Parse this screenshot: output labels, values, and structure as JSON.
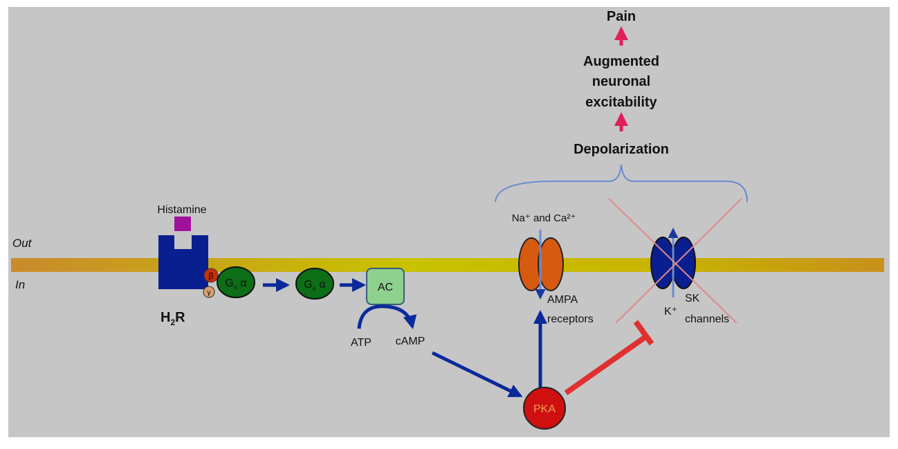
{
  "labels": {
    "out": "Out",
    "in": "In",
    "histamine": "Histamine",
    "receptor": "H",
    "receptor_sub": "2",
    "receptor_suffix": "R",
    "beta": "β",
    "gamma": "γ",
    "gs_alpha": "G",
    "gs_sub": "s",
    "gs_alpha_symbol": "α",
    "ac": "AC",
    "atp": "ATP",
    "camp": "cAMP",
    "pka": "PKA",
    "na_ca": "Na⁺ and Ca²⁺",
    "ampa_1": "AMPA",
    "ampa_2": "receptors",
    "k": "K⁺",
    "sk_1": "SK",
    "sk_2": "channels",
    "depolarization": "Depolarization",
    "excitability_1": "Augmented",
    "excitability_2": "neuronal",
    "excitability_3": "excitability",
    "pain": "Pain"
  },
  "colors": {
    "panel": "#c6c6c6",
    "receptor": "#0a1f8f",
    "histamine": "#a0109a",
    "gs": "#0c6e16",
    "ac": "#8ed08e",
    "pka": "#d01010",
    "ampa": "#d65a10",
    "sk": "#0a1f8f",
    "activation_arrow": "#0a2a9a",
    "inhibition": "#e03030",
    "upward_arrow": "#e0205a"
  }
}
